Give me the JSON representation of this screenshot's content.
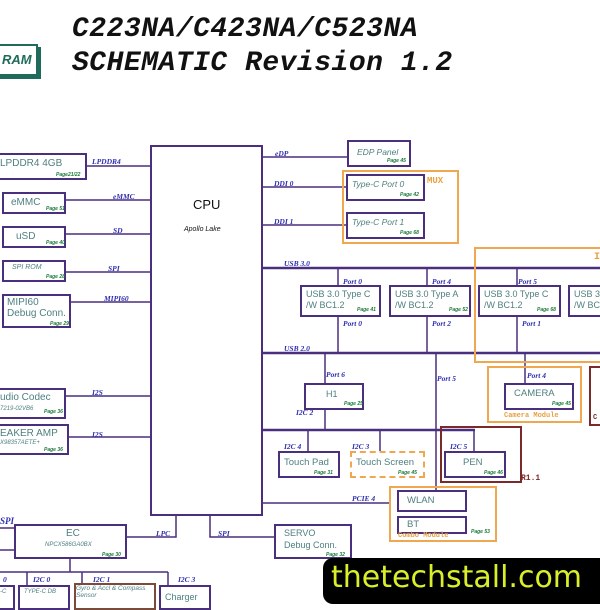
{
  "header": {
    "logo_fragment": "RAM",
    "title_line1": "C223NA/C423NA/C523NA",
    "title_line2": "SCHEMATIC Revision 1.2"
  },
  "cpu": {
    "name": "CPU",
    "platform": "Apollo Lake"
  },
  "left_blocks": {
    "lpddr4": {
      "label": "LPDDR4 4GB",
      "page": "Page21/22",
      "bus": "LPDDR4"
    },
    "emmc": {
      "label": "eMMC",
      "page": "Page 51",
      "bus": "eMMC"
    },
    "usd": {
      "label": "uSD",
      "page": "Page 40",
      "bus": "SD"
    },
    "spirom": {
      "label": "SPI ROM",
      "page": "Page 28",
      "bus": "SPI"
    },
    "mipi": {
      "label1": "MIPI60",
      "label2": "Debug Conn.",
      "page": "Page 29",
      "bus": "MIPI60"
    },
    "codec": {
      "label": "udio Codec",
      "part": "7219-02VB6",
      "page": "Page 36",
      "bus": "I2S"
    },
    "amp": {
      "label": "EAKER AMP",
      "part": "X98357AETE+",
      "page": "Page 36",
      "bus": "I2S"
    }
  },
  "right_blocks": {
    "edp": {
      "label": "EDP Panel",
      "page": "Page 45",
      "bus": "eDP"
    },
    "mux_label": "MUX",
    "typec0": {
      "label": "Type-C Port 0",
      "page": "Page 42",
      "bus": "DDI 0"
    },
    "typec1": {
      "label": "Type-C Port 1",
      "page": "Page 68",
      "bus": "DDI 1"
    },
    "usb3_bus": "USB 3.0",
    "usb2_bus": "USB 2.0",
    "io_board_fragment": "I",
    "usb_ports": [
      {
        "line1": "USB 3.0 Type C",
        "line2": "/W BC1.2",
        "page": "Page 41",
        "port3": "Port 0",
        "port2": "Port 0"
      },
      {
        "line1": "USB 3.0 Type A",
        "line2": "/W BC1.2",
        "page": "Page 52",
        "port3": "Port 4",
        "port2": "Port 2"
      },
      {
        "line1": "USB 3.0 Type C",
        "line2": "/W BC1.2",
        "page": "Page 68",
        "port3": "Port 5",
        "port2": "Port 1"
      },
      {
        "line1": "USB 3",
        "line2": "/W BC"
      }
    ],
    "h1": {
      "label": "H1",
      "page": "Page 25",
      "port": "Port 6",
      "i2c": "I2C 2"
    },
    "port5": "Port 5",
    "camera": {
      "label": "CAMERA",
      "page": "Page 45",
      "port": "Port 4",
      "module": "Camera Module"
    },
    "right_fragment": "C",
    "touchpad": {
      "label": "Touch Pad",
      "page": "Page 31",
      "i2c": "I2C 4"
    },
    "touchscreen": {
      "label": "Touch Screen",
      "page": "Page 45",
      "i2c": "I2C 3"
    },
    "pen": {
      "label": "PEN",
      "page": "Page 46",
      "i2c": "I2C 5",
      "rev": "R1.1"
    },
    "pcie": "PCIE 4",
    "wlan": "WLAN",
    "bt": "BT",
    "combo": {
      "label": "Combo Module",
      "page": "Page 53"
    }
  },
  "bottom": {
    "ec": {
      "label": "EC",
      "part": "NPCX586GA0BX",
      "page": "Page 30",
      "bus": "LPC",
      "left_bus": "SPI"
    },
    "servo": {
      "label1": "SERVO",
      "label2": "Debug Conn.",
      "page": "Page 32",
      "bus": "SPI"
    },
    "i2c_labels": [
      "0",
      "I2C 0",
      "I2C 1",
      "I2C 3"
    ],
    "typec_frag": "-C",
    "typec_db": "TYPE-C DB",
    "gyro1": "Gyro & Accl & Compass",
    "gyro2": "Sensor",
    "charger": "Charger"
  },
  "watermark": "thetechstall.com",
  "colors": {
    "wire": "#4b2f7f",
    "module": "#f0a850",
    "signal": "#2f2fb0",
    "page": "#1a7a3a",
    "box_text": "#4f7f80"
  }
}
